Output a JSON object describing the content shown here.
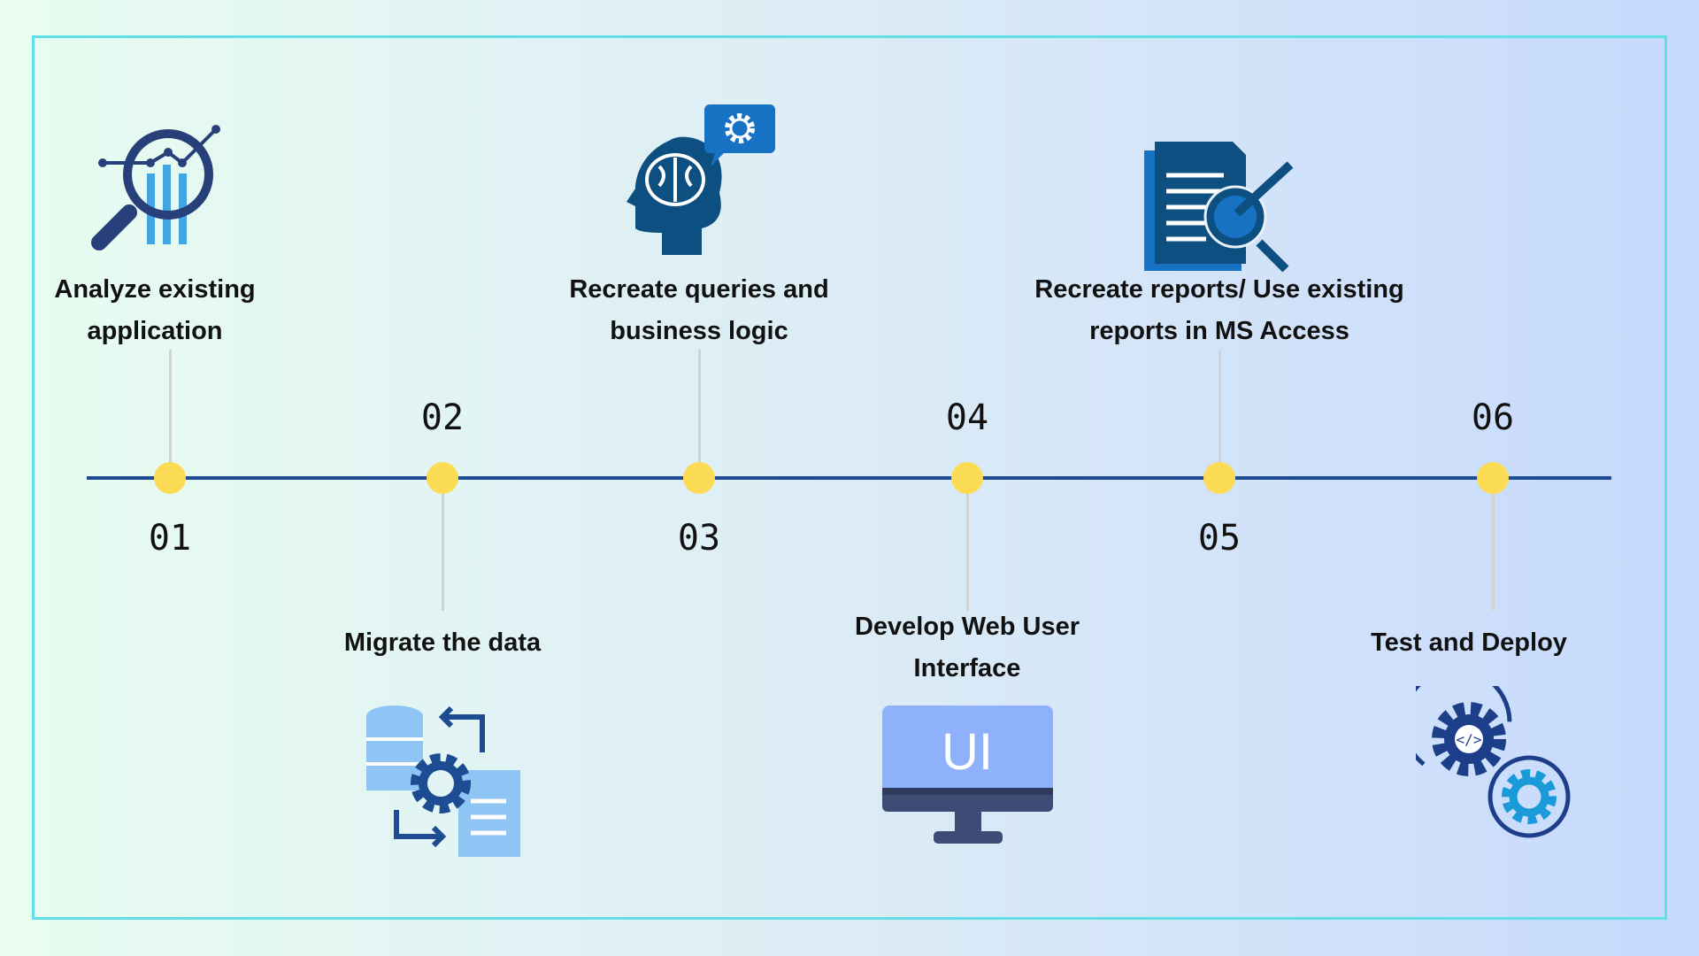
{
  "steps": [
    {
      "number": "01",
      "label": "Analyze existing application",
      "icon": "analysis-magnifier-icon"
    },
    {
      "number": "02",
      "label": "Migrate the data",
      "icon": "data-migration-icon"
    },
    {
      "number": "03",
      "label": "Recreate queries and business logic",
      "icon": "brain-gear-icon"
    },
    {
      "number": "04",
      "label": "Develop Web User Interface",
      "icon": "ui-monitor-icon"
    },
    {
      "number": "05",
      "label": "Recreate reports/ Use existing reports in MS Access",
      "icon": "report-search-icon"
    },
    {
      "number": "06",
      "label": "Test and Deploy",
      "icon": "code-gears-icon"
    }
  ],
  "ui_icon_text": "UI",
  "colors": {
    "line": "#1d4c93",
    "dot": "#fddc55",
    "border": "#5ee0e6",
    "dark": "#28407a",
    "light": "#42a5e0"
  }
}
